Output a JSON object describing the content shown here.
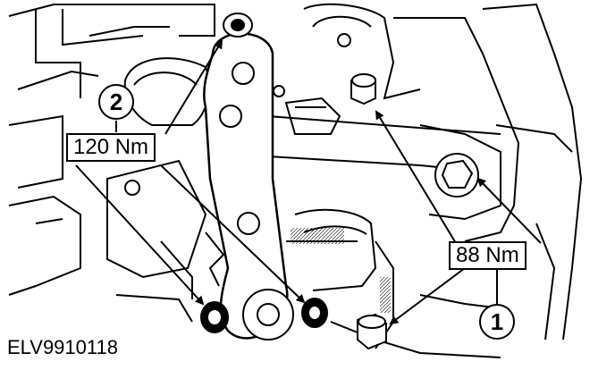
{
  "diagram": {
    "figure_id": "ELV9910118",
    "callouts": [
      {
        "number": "1"
      },
      {
        "number": "2"
      }
    ],
    "torque_labels": [
      {
        "text": "120 Nm"
      },
      {
        "text": "88 Nm"
      }
    ]
  }
}
